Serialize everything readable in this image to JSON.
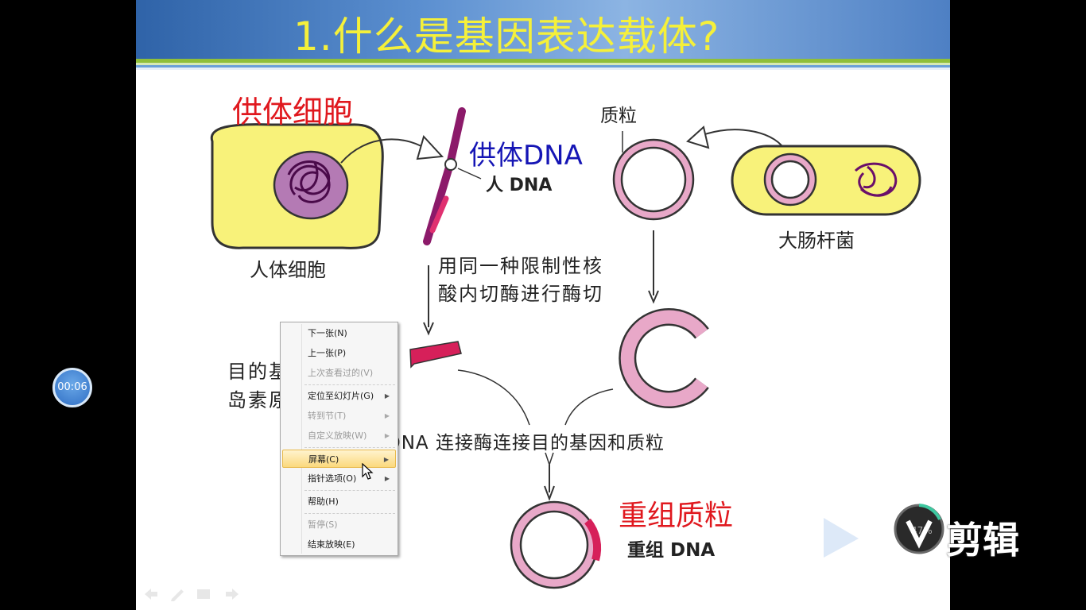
{
  "slide": {
    "title": "1.什么是基因表达载体?",
    "labels": {
      "donor_cell_red": "供体细胞",
      "human_cell": "人体细胞",
      "donor_dna_blue": "供体DNA",
      "human_dna": "人 DNA",
      "plasmid": "质粒",
      "ecoli": "大肠杆菌",
      "enzyme_step_line1": "用同一种限制性核",
      "enzyme_step_line2": "酸内切酶进行酶切",
      "target_gene_line1": "目的基",
      "target_gene_line2": "岛素原",
      "ligase_step": "DNA 连接酶连接目的基因和质粒",
      "recombinant_plasmid_red": "重组质粒",
      "recombinant_dna": "重组 DNA"
    }
  },
  "timer": {
    "value": "00:06"
  },
  "context_menu": {
    "items": [
      {
        "label": "下一张(N)",
        "enabled": true,
        "submenu": false
      },
      {
        "label": "上一张(P)",
        "enabled": true,
        "submenu": false
      },
      {
        "label": "上次查看过的(V)",
        "enabled": false,
        "submenu": false
      },
      {
        "label": "定位至幻灯片(G)",
        "enabled": true,
        "submenu": true
      },
      {
        "label": "转到节(T)",
        "enabled": false,
        "submenu": true
      },
      {
        "label": "自定义放映(W)",
        "enabled": false,
        "submenu": true
      },
      {
        "label": "屏幕(C)",
        "enabled": true,
        "submenu": true,
        "highlighted": true
      },
      {
        "label": "指针选项(O)",
        "enabled": true,
        "submenu": true
      },
      {
        "label": "帮助(H)",
        "enabled": true,
        "submenu": false
      },
      {
        "label": "暂停(S)",
        "enabled": false,
        "submenu": false
      },
      {
        "label": "结束放映(E)",
        "enabled": true,
        "submenu": false
      }
    ]
  },
  "watermark": {
    "text": "剪辑",
    "logo_icon": "ev-logo-icon",
    "progress_text": "47%"
  },
  "colors": {
    "title_yellow": "#f5f03a",
    "label_red": "#e0181e",
    "label_blue": "#1515b5",
    "cell_yellow": "#f8f27a",
    "nucleus_purple": "#a05fa0",
    "plasmid_pink": "#e8a8c8",
    "gene_magenta": "#d6205a"
  }
}
